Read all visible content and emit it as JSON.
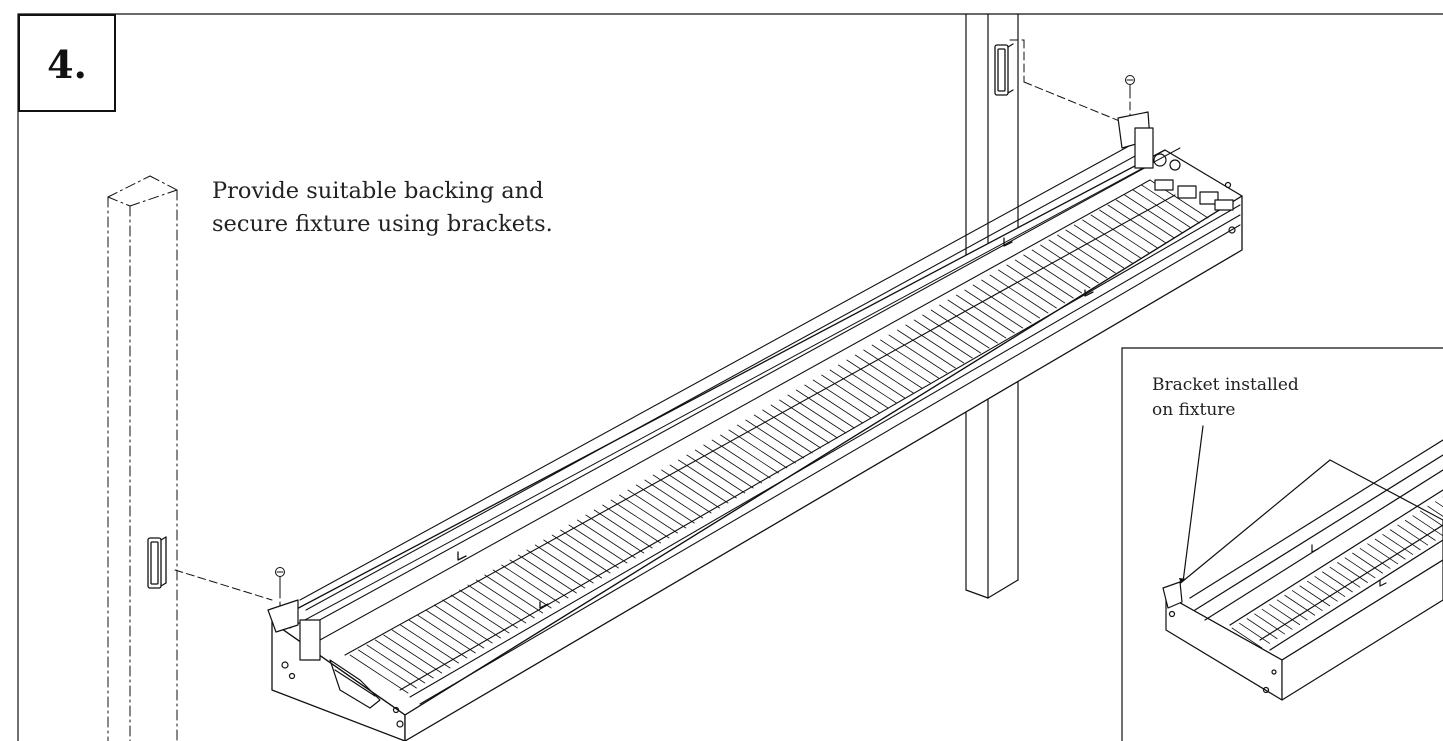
{
  "step": {
    "number": "4."
  },
  "instruction": {
    "line1": "Provide suitable backing and",
    "line2": "secure fixture using brackets."
  },
  "inset": {
    "caption_line1": "Bracket installed",
    "caption_line2": "on fixture"
  },
  "colors": {
    "ink": "#111111",
    "background": "#ffffff"
  }
}
